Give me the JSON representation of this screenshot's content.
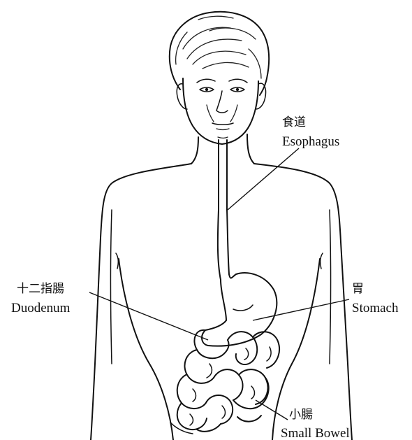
{
  "labels": {
    "esophagus": {
      "zh": "食道",
      "en": "Esophagus"
    },
    "duodenum": {
      "zh": "十二指腸",
      "en": "Duodenum"
    },
    "stomach": {
      "zh": "胃",
      "en": "Stomach"
    },
    "small_bowel": {
      "zh": "小腸",
      "en": "Small Bowel"
    }
  },
  "colors": {
    "ink": "#111111",
    "background": "#ffffff"
  }
}
